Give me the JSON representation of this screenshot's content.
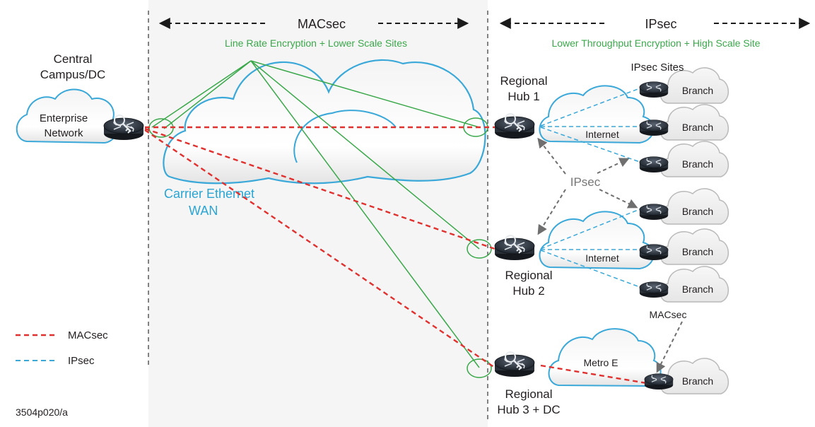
{
  "headers": {
    "macsec_title": "MACsec",
    "macsec_subtitle": "Line Rate Encryption + Lower Scale Sites",
    "ipsec_title": "IPsec",
    "ipsec_subtitle": "Lower Throughput Encryption + High Scale Site"
  },
  "central": {
    "title_line1": "Central",
    "title_line2": "Campus/DC",
    "cloud_line1": "Enterprise",
    "cloud_line2": "Network"
  },
  "wan": {
    "line1": "Carrier Ethernet",
    "line2": "WAN"
  },
  "hub1": {
    "line1": "Regional",
    "line2": "Hub 1",
    "cloud": "Internet"
  },
  "hub2": {
    "line1": "Regional",
    "line2": "Hub 2",
    "cloud": "Internet"
  },
  "hub3": {
    "line1": "Regional",
    "line2": "Hub 3 + DC",
    "cloud": "Metro E"
  },
  "ipsec_sites_label": "IPsec Sites",
  "ipsec_center_label": "IPsec",
  "metro_macsec_label": "MACsec",
  "branches": [
    "Branch",
    "Branch",
    "Branch",
    "Branch",
    "Branch",
    "Branch",
    "Branch"
  ],
  "legend": {
    "macsec": "MACsec",
    "ipsec": "IPsec"
  },
  "figure_id": "3504p020/a",
  "colors": {
    "macsec_line": "#e0312f",
    "ipsec_line": "#3aa8d8",
    "encryption_line": "#3aa84a",
    "cloud_outline_blue": "#3aa8d8",
    "cloud_outline_grey": "#b9b9b9",
    "arrow_grey": "#6f6f6f"
  }
}
